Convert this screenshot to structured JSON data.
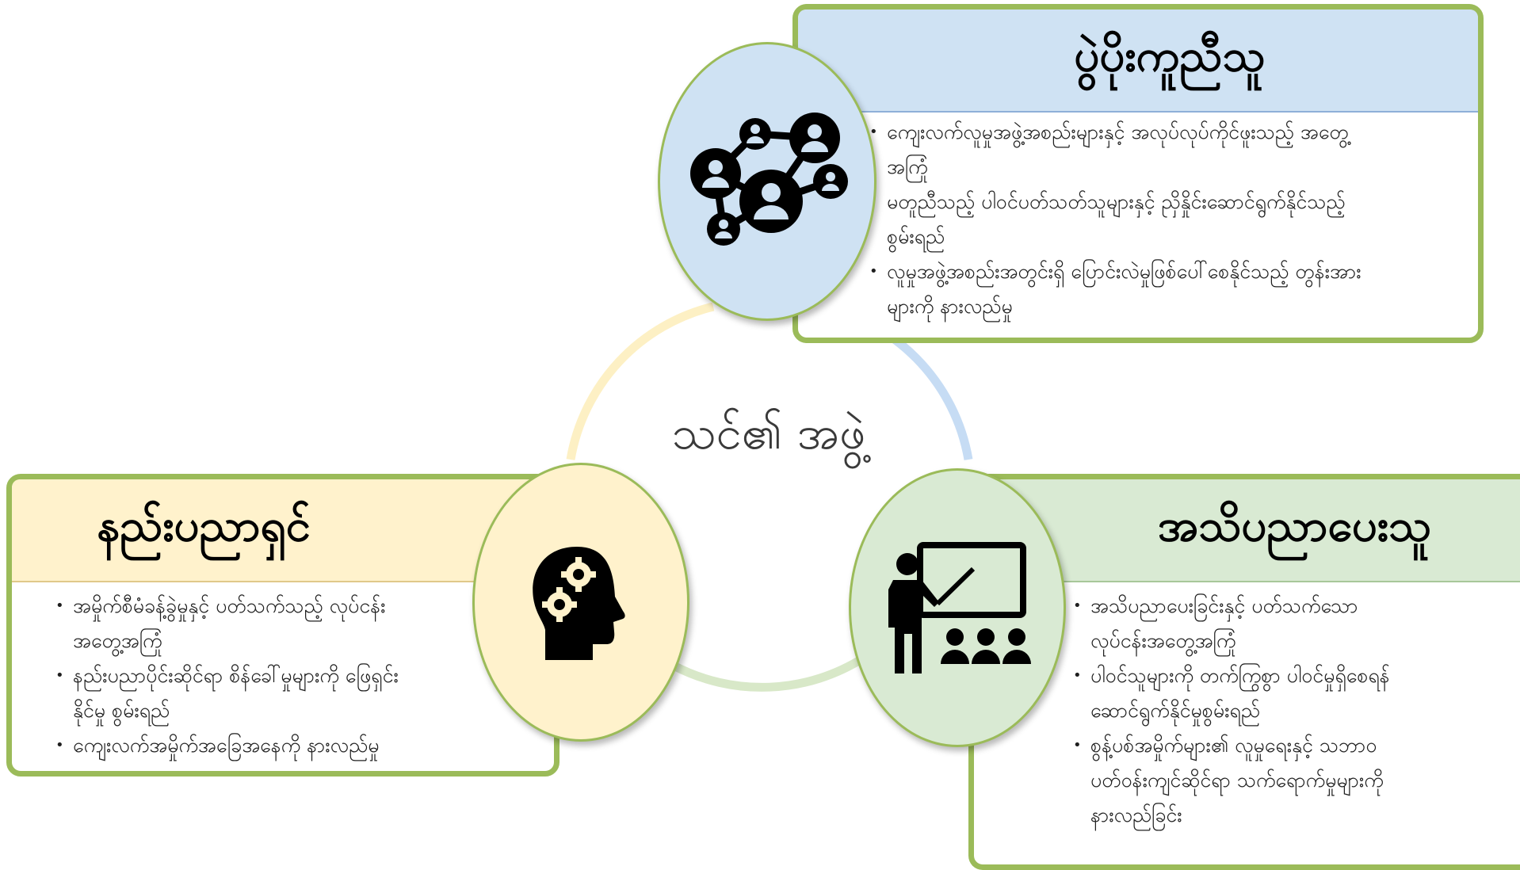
{
  "center": {
    "title": "သင်၏ အဖွဲ့"
  },
  "colors": {
    "card_border": "#9bbb59",
    "blue": "#cfe2f3",
    "yellow": "#fff2cc",
    "green": "#d9ead3",
    "ring_yellow": "#fdf0c4",
    "ring_blue": "#c6dcf4",
    "ring_green": "#d8e8c8"
  },
  "cards": {
    "top": {
      "title": "ပွဲပိုးကူညီသူ",
      "icon": "network-people-icon",
      "bullets": [
        {
          "line1": "ကျေးလက်လူမှုအဖွဲ့အစည်းများနှင့် အလုပ်လုပ်ကိုင်ဖူးသည့် အတွေ့",
          "line2": "အကြုံ"
        },
        {
          "line1": "မတူညီသည့် ပါဝင်ပတ်သတ်သူများနှင့် ညှိနှိုင်းဆောင်ရွက်နိုင်သည့်",
          "line2": "စွမ်းရည်"
        },
        {
          "line1": "လူမှုအဖွဲ့အစည်းအတွင်းရှိ ပြောင်းလဲမှုဖြစ်ပေါ်စေနိုင်သည့် တွန်းအား",
          "line2": "များကို နားလည်မှု"
        }
      ]
    },
    "left": {
      "title": "နည်းပညာရှင်",
      "icon": "head-gears-icon",
      "bullets": [
        {
          "line1": "အမှိုက်စီမံခန့်ခွဲမှုနှင့် ပတ်သက်သည့် လုပ်ငန်း",
          "line2": "အတွေ့အကြုံ"
        },
        {
          "line1": "နည်းပညာပိုင်းဆိုင်ရာ စိန်ခေါ်မှုများကို ဖြေရှင်း",
          "line2": "နိုင်မှု စွမ်းရည်"
        },
        {
          "line1": "ကျေးလက်အမှိုက်အခြေအနေကို နားလည်မှု",
          "line2": ""
        }
      ]
    },
    "right": {
      "title": "အသိပညာပေးသူ",
      "icon": "teacher-presentation-icon",
      "bullets": [
        {
          "line1": "အသိပညာပေးခြင်းနှင့် ပတ်သက်သော",
          "line2": "လုပ်ငန်းအတွေ့အကြုံ",
          "line3": ""
        },
        {
          "line1": "ပါဝင်သူများကို တက်ကြွစွာ ပါဝင်မှုရှိစေရန်",
          "line2": "ဆောင်ရွက်နိုင်မှုစွမ်းရည်",
          "line3": ""
        },
        {
          "line1": "စွန့်ပစ်အမှိုက်များ၏ လူမှုရေးနှင့် သဘာဝ",
          "line2": "ပတ်ဝန်းကျင်ဆိုင်ရာ သက်ရောက်မှုများကို",
          "line3": "နားလည်ခြင်း"
        }
      ]
    }
  }
}
